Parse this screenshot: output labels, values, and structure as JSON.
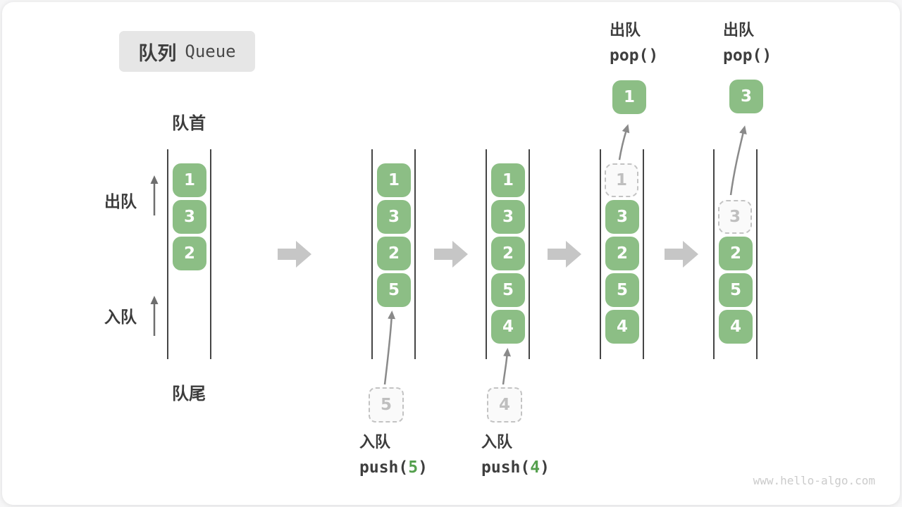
{
  "title": {
    "zh": "队列",
    "en": "Queue"
  },
  "side_labels": {
    "front": "队首",
    "rear": "队尾",
    "dequeue": "出队",
    "enqueue": "入队"
  },
  "colors": {
    "box_green": "#8CBE85",
    "accent_green": "#55a04e",
    "channel_line": "#454545",
    "step_arrow": "#c6c6c6",
    "curve_arrow": "#8a8a8a",
    "ghost_border": "#c3c3c3",
    "title_bg": "#e6e6e6"
  },
  "queues": {
    "q1": {
      "cells": [
        "1",
        "3",
        "2"
      ]
    },
    "q2": {
      "cells": [
        "1",
        "3",
        "2",
        "5"
      ],
      "ghost": "5"
    },
    "q3": {
      "cells": [
        "1",
        "3",
        "2",
        "5",
        "4"
      ],
      "ghost": "4"
    },
    "q4": {
      "ghost": "1",
      "cells": [
        "3",
        "2",
        "5",
        "4"
      ],
      "popped": "1"
    },
    "q5": {
      "ghost": "3",
      "cells": [
        "2",
        "5",
        "4"
      ],
      "popped": "3"
    }
  },
  "ops": {
    "push5": {
      "label": "入队",
      "pre": "push(",
      "arg": "5",
      "post": ")"
    },
    "push4": {
      "label": "入队",
      "pre": "push(",
      "arg": "4",
      "post": ")"
    },
    "pop1": {
      "label": "出队",
      "code": "pop()"
    },
    "pop2": {
      "label": "出队",
      "code": "pop()"
    }
  },
  "page": {
    "watermark": "www.hello-algo.com"
  }
}
